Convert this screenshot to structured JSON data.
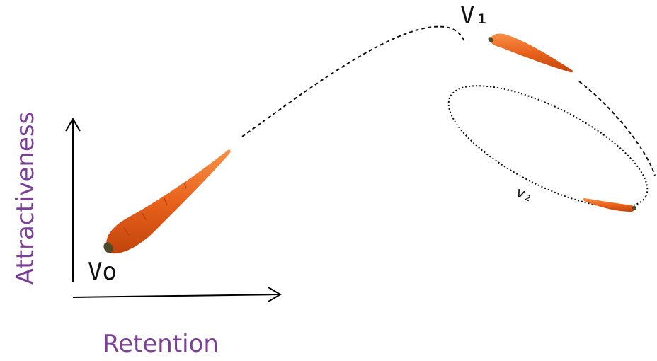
{
  "diagram": {
    "axes": {
      "x_label": "Retention",
      "y_label": "Attractiveness"
    },
    "states": [
      {
        "id": "v0",
        "label": "Vo"
      },
      {
        "id": "v1",
        "label": "V₁"
      },
      {
        "id": "v2",
        "label": "v₂"
      }
    ],
    "colors": {
      "label_purple": "#7b3f98",
      "carrot": "#e8621c",
      "carrot_dark": "#c2440c",
      "carrot_light": "#f79047",
      "stem": "#4a4a2a",
      "path": "#111111"
    },
    "icons": [
      "carrot-icon",
      "arrow-icon"
    ]
  }
}
